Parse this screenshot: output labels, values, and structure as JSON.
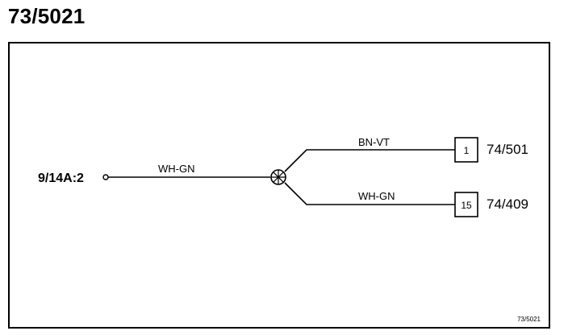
{
  "title": "73/5021",
  "source": {
    "label": "9/14A:2"
  },
  "wires": {
    "main": {
      "color_code": "WH-GN"
    },
    "upper_branch": {
      "color_code": "BN-VT"
    },
    "lower_branch": {
      "color_code": "WH-GN"
    }
  },
  "destinations": [
    {
      "pin": "1",
      "ref": "74/501"
    },
    {
      "pin": "15",
      "ref": "74/409"
    }
  ],
  "footer": {
    "ref": "73/5021"
  },
  "icons": {
    "splice": "splice-node-icon",
    "terminal": "terminal-circle-icon"
  },
  "colors": {
    "line": "#000000",
    "background": "#ffffff"
  }
}
